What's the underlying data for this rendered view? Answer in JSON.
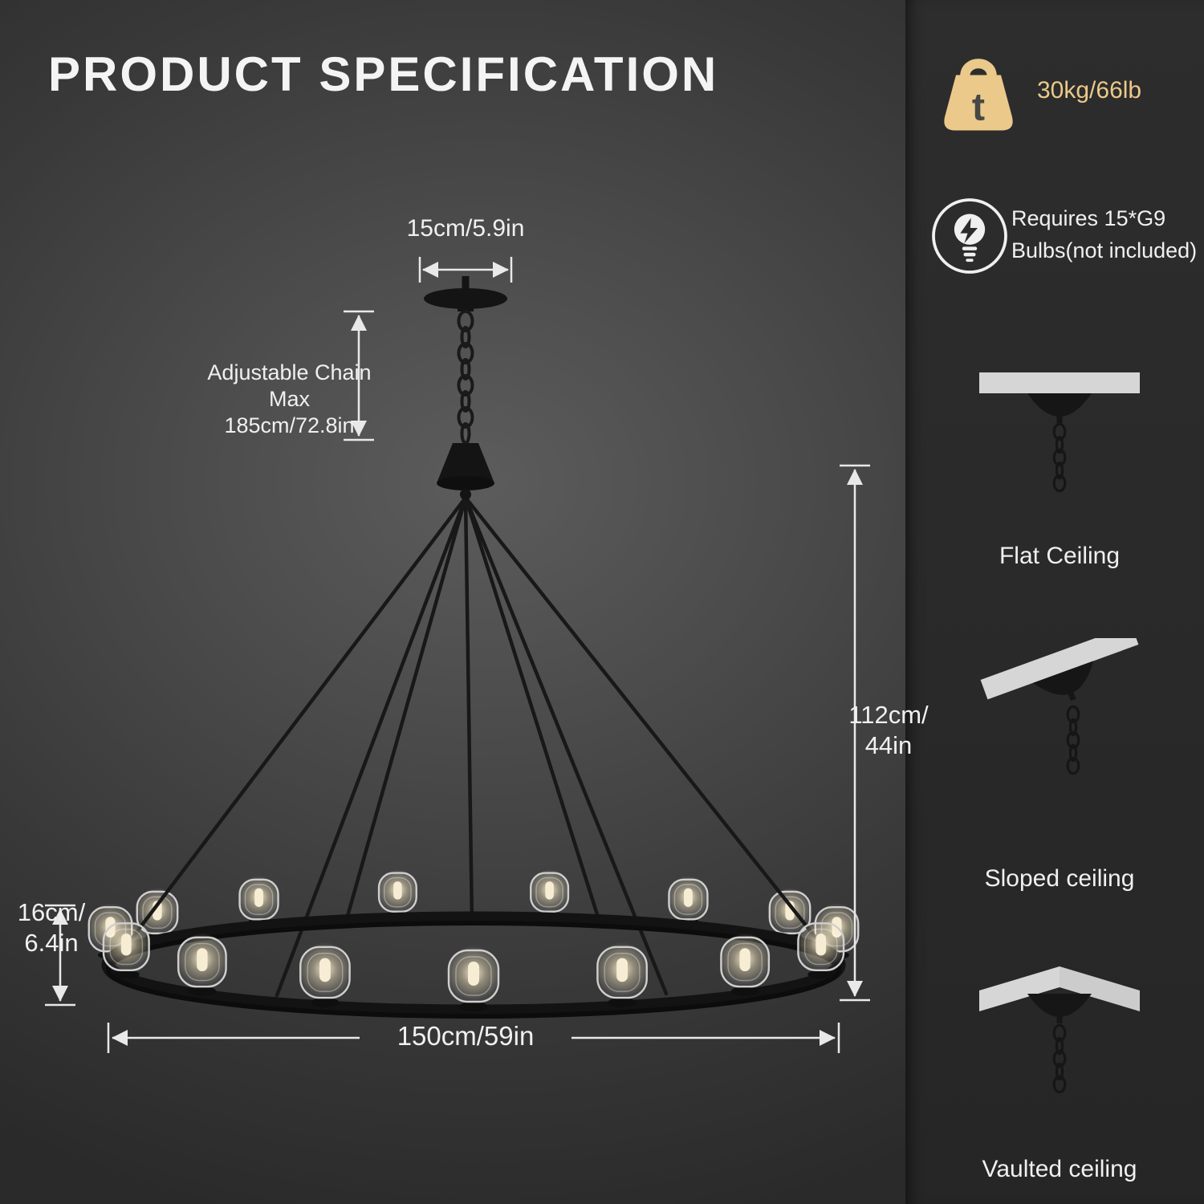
{
  "title": "PRODUCT SPECIFICATION",
  "dimensions": {
    "canopy_width": "15cm/5.9in",
    "chain_label_line1": "Adjustable Chain",
    "chain_label_line2": "Max 185cm/72.8in",
    "height_line1": "112cm/",
    "height_line2": "44in",
    "shade_height_line1": "16cm/",
    "shade_height_line2": "6.4in",
    "diameter": "150cm/59in"
  },
  "specs": {
    "weight": "30kg/66lb",
    "weight_icon_letter": "t",
    "bulb_requirement_line1": "Requires 15*G9",
    "bulb_requirement_line2": "Bulbs(not included)"
  },
  "mount_types": [
    {
      "label": "Flat Ceiling"
    },
    {
      "label": "Sloped ceiling"
    },
    {
      "label": "Vaulted ceiling"
    }
  ],
  "colors": {
    "accent_tan": "#eac98a",
    "dimension_line_white": "#e9e9e9",
    "fixture_black": "#141414",
    "background_gray": "#4a4a4a"
  }
}
